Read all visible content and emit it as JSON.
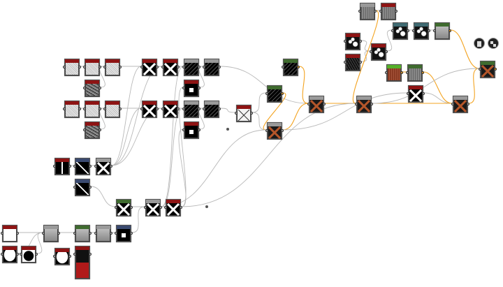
{
  "colors": {
    "edge": "#b9b9b9",
    "edge_active": "#f3a320",
    "header_red": "#8e1414",
    "header_gray": "#9a9a9a",
    "header_green": "#3f6b2f",
    "header_teal": "#3f6a72",
    "header_blue": "#3a4a70",
    "header_lime": "#55b02a"
  },
  "nodes": [
    {
      "id": "n1",
      "hdr": "#8e1414",
      "thumb": "noise"
    },
    {
      "id": "n2",
      "hdr": "#8e1414",
      "thumb": "noise"
    },
    {
      "id": "n3",
      "hdr": "#8e1414",
      "thumb": "noise"
    },
    {
      "id": "n4",
      "hdr": "#8e1414",
      "thumb": "x"
    },
    {
      "id": "n5",
      "hdr": "#8e1414",
      "thumb": "x"
    },
    {
      "id": "n6",
      "hdr": "#9a9a9a",
      "thumb": "dark"
    },
    {
      "id": "n7",
      "hdr": "#9a9a9a",
      "thumb": "dark"
    },
    {
      "id": "n8",
      "hdr": "#8e1414",
      "thumb": "noisedark"
    },
    {
      "id": "n9",
      "hdr": "#8e1414",
      "thumb": "sq"
    },
    {
      "id": "m1",
      "hdr": "#8e1414",
      "thumb": "noise"
    },
    {
      "id": "m2",
      "hdr": "#8e1414",
      "thumb": "noise"
    },
    {
      "id": "m3",
      "hdr": "#8e1414",
      "thumb": "noise"
    },
    {
      "id": "m4",
      "hdr": "#8e1414",
      "thumb": "x"
    },
    {
      "id": "m5",
      "hdr": "#8e1414",
      "thumb": "x"
    },
    {
      "id": "m6",
      "hdr": "#9a9a9a",
      "thumb": "dark"
    },
    {
      "id": "m7",
      "hdr": "#9a9a9a",
      "thumb": "dark"
    },
    {
      "id": "m8",
      "hdr": "#8e1414",
      "thumb": "noisedark"
    },
    {
      "id": "m9",
      "hdr": "#8e1414",
      "thumb": "sq"
    },
    {
      "id": "g1",
      "hdr": "#3f6b2f",
      "thumb": "dark"
    },
    {
      "id": "g2",
      "hdr": "#3f6b2f",
      "thumb": "dark"
    },
    {
      "id": "w1",
      "hdr": "#8e1414",
      "thumb": "xw"
    },
    {
      "id": "o1",
      "hdr": "#9a9a9a",
      "thumb": "xo"
    },
    {
      "id": "o2",
      "hdr": "#9a9a9a",
      "thumb": "xo"
    },
    {
      "id": "o3",
      "hdr": "#9a9a9a",
      "thumb": "xo"
    },
    {
      "id": "o4",
      "hdr": "#3f6b2f",
      "thumb": "xo"
    },
    {
      "id": "w2",
      "hdr": "#8e1414",
      "thumb": "x"
    },
    {
      "id": "out",
      "hdr": "#9a9a9a",
      "thumb": "xo"
    },
    {
      "id": "s1",
      "hdr": "#8e1414",
      "thumb": "line"
    },
    {
      "id": "s2",
      "hdr": "#3a4a70",
      "thumb": "diag"
    },
    {
      "id": "s3",
      "hdr": "#9a9a9a",
      "thumb": "x"
    },
    {
      "id": "s4",
      "hdr": "#3a4a70",
      "thumb": "diag"
    },
    {
      "id": "b1",
      "hdr": "#3f6b2f",
      "thumb": "x"
    },
    {
      "id": "b2",
      "hdr": "#9a9a9a",
      "thumb": "x"
    },
    {
      "id": "b3",
      "hdr": "#8e1414",
      "thumb": "x"
    },
    {
      "id": "c1",
      "hdr": "#8e1414",
      "thumb": "white"
    },
    {
      "id": "c2",
      "hdr": "#9a9a9a",
      "thumb": "gray"
    },
    {
      "id": "c3",
      "hdr": "#3f6b2f",
      "thumb": "gray"
    },
    {
      "id": "c4",
      "hdr": "#9a9a9a",
      "thumb": "gray"
    },
    {
      "id": "c5",
      "hdr": "#3a4a70",
      "thumb": "sq"
    },
    {
      "id": "d1",
      "hdr": "#8e1414",
      "thumb": "shape"
    },
    {
      "id": "d2",
      "hdr": "#8e1414",
      "thumb": "circle"
    },
    {
      "id": "d3",
      "hdr": "#8e1414",
      "thumb": "shape"
    },
    {
      "id": "d4",
      "hdr": "#8e1414",
      "thumb": "col"
    },
    {
      "id": "t1",
      "hdr": "#9a9a9a",
      "thumb": "grayw"
    },
    {
      "id": "t2",
      "hdr": "#8e1414",
      "thumb": "grayw"
    },
    {
      "id": "t3",
      "hdr": "#8e1414",
      "thumb": "blob"
    },
    {
      "id": "t4",
      "hdr": "#8e1414",
      "thumb": "speck"
    },
    {
      "id": "t5",
      "hdr": "#8e1414",
      "thumb": "blob"
    },
    {
      "id": "t6",
      "hdr": "#3f6a72",
      "thumb": "blob"
    },
    {
      "id": "t7",
      "hdr": "#3f6a72",
      "thumb": "blob"
    },
    {
      "id": "t8",
      "hdr": "#3f6b2f",
      "thumb": "gray"
    },
    {
      "id": "t9",
      "hdr": "#55b02a",
      "thumb": "brown"
    },
    {
      "id": "t10",
      "hdr": "#3f6b2f",
      "thumb": "grayw"
    }
  ],
  "edges": [
    [
      "n1",
      "n2",
      0
    ],
    [
      "n2",
      "n3",
      0
    ],
    [
      "n8",
      "n3",
      0
    ],
    [
      "n3",
      "n4",
      0
    ],
    [
      "n4",
      "n5",
      0
    ],
    [
      "n5",
      "n6",
      0
    ],
    [
      "n6",
      "n7",
      0
    ],
    [
      "n9",
      "n7",
      0
    ],
    [
      "n7",
      "o2",
      0
    ],
    [
      "m1",
      "m2",
      0
    ],
    [
      "m2",
      "m3",
      0
    ],
    [
      "m8",
      "m3",
      0
    ],
    [
      "m3",
      "m4",
      0
    ],
    [
      "m4",
      "m5",
      0
    ],
    [
      "m5",
      "m6",
      0
    ],
    [
      "m6",
      "m7",
      0
    ],
    [
      "m9",
      "m7",
      0
    ],
    [
      "m7",
      "w1",
      0
    ],
    [
      "s3",
      "n4",
      0
    ],
    [
      "s3",
      "m4",
      0
    ],
    [
      "s3",
      "n5",
      0
    ],
    [
      "s3",
      "m5",
      0
    ],
    [
      "s1",
      "s3",
      0
    ],
    [
      "s2",
      "s3",
      0
    ],
    [
      "s4",
      "b1",
      0
    ],
    [
      "b1",
      "b2",
      0
    ],
    [
      "b2",
      "b3",
      0
    ],
    [
      "b2",
      "n6",
      0
    ],
    [
      "b2",
      "m6",
      0
    ],
    [
      "b3",
      "n9",
      0
    ],
    [
      "b3",
      "m9",
      0
    ],
    [
      "c1",
      "c2",
      0
    ],
    [
      "c2",
      "c3",
      0
    ],
    [
      "c3",
      "c4",
      0
    ],
    [
      "c4",
      "c5",
      0
    ],
    [
      "c5",
      "b2",
      0
    ],
    [
      "d2",
      "c2",
      0
    ],
    [
      "d1",
      "c2",
      0
    ],
    [
      "w1",
      "g1",
      0
    ],
    [
      "w1",
      "o1",
      0
    ],
    [
      "g1",
      "o1",
      1
    ],
    [
      "g2",
      "o2",
      1
    ],
    [
      "o1",
      "o2",
      1
    ],
    [
      "o2",
      "o3",
      1
    ],
    [
      "o3",
      "out",
      1
    ],
    [
      "w2",
      "out",
      0
    ],
    [
      "o1",
      "w2",
      0
    ],
    [
      "b3",
      "o3",
      0
    ],
    [
      "b2",
      "o1",
      0
    ],
    [
      "t1",
      "t2",
      0
    ],
    [
      "t3",
      "t5",
      0
    ],
    [
      "t4",
      "t5",
      0
    ],
    [
      "t5",
      "t6",
      0
    ],
    [
      "t6",
      "t7",
      0
    ],
    [
      "t7",
      "t8",
      0
    ],
    [
      "t8",
      "o4",
      1
    ],
    [
      "t9",
      "t10",
      1
    ],
    [
      "t10",
      "out",
      1
    ],
    [
      "t1",
      "o3",
      1
    ],
    [
      "out",
      "o4",
      1
    ],
    [
      "o3",
      "o4",
      0
    ]
  ],
  "output_icons": [
    "document-icon",
    "checker-icon"
  ]
}
